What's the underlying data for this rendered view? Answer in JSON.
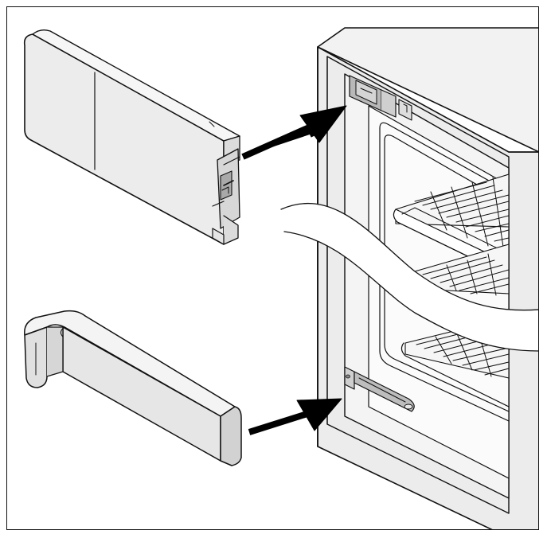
{
  "figure": {
    "kind": "installation-illustration",
    "colors": {
      "outline": "#111111",
      "part_fill": "#ececec",
      "part_face": "#e2e2e2",
      "part_shadow": "#cfcfcf",
      "cabinet_fill": "#eeeeee",
      "hinge_fill": "#b8b8b8",
      "arrow": "#000000"
    },
    "components": [
      "upper-cover-panel",
      "lower-cover-bracket",
      "appliance-cabinet",
      "upper-hinge-mount",
      "lower-hinge-mount",
      "insertion-arrow-upper",
      "insertion-arrow-lower"
    ]
  }
}
